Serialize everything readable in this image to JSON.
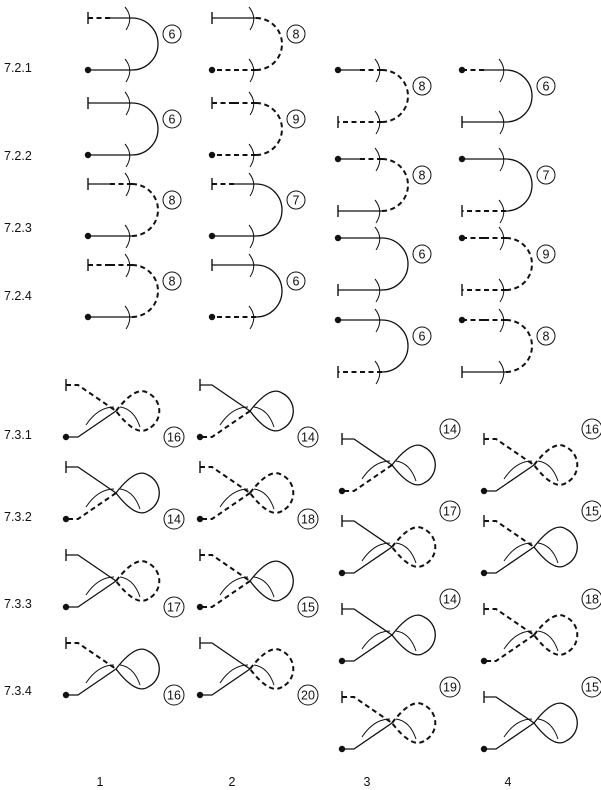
{
  "row_labels": [
    "7.2.1",
    "7.2.2",
    "7.2.3",
    "7.2.4",
    "7.3.1",
    "7.3.2",
    "7.3.3",
    "7.3.4"
  ],
  "column_labels": [
    "1",
    "2",
    "3",
    "4"
  ],
  "u_figures": [
    {
      "row": 0,
      "col": 0,
      "number": "6",
      "legs": [
        "dash",
        "solid",
        "solid",
        "solid"
      ]
    },
    {
      "row": 0,
      "col": 1,
      "number": "8",
      "legs": [
        "solid",
        "solid",
        "dash",
        "dash"
      ]
    },
    {
      "row": 0,
      "col": 2,
      "number": "8",
      "legs": [
        "solid",
        "dash",
        "dash",
        "dash"
      ]
    },
    {
      "row": 0,
      "col": 3,
      "number": "6",
      "legs": [
        "dash",
        "solid",
        "solid",
        "solid"
      ]
    },
    {
      "row": 1,
      "col": 0,
      "number": "6",
      "legs": [
        "solid",
        "solid",
        "solid",
        "solid"
      ]
    },
    {
      "row": 1,
      "col": 1,
      "number": "9",
      "legs": [
        "dash",
        "dash",
        "dash",
        "dash"
      ]
    },
    {
      "row": 1,
      "col": 2,
      "number": "8",
      "legs": [
        "solid",
        "dash",
        "dash",
        "solid"
      ]
    },
    {
      "row": 1,
      "col": 3,
      "number": "7",
      "legs": [
        "solid",
        "solid",
        "solid",
        "dash"
      ]
    },
    {
      "row": 2,
      "col": 0,
      "number": "8",
      "legs": [
        "solid",
        "dash",
        "dash",
        "solid"
      ]
    },
    {
      "row": 2,
      "col": 1,
      "number": "7",
      "legs": [
        "dash",
        "solid",
        "solid",
        "solid"
      ]
    },
    {
      "row": 2,
      "col": 2,
      "number": "6",
      "legs": [
        "solid",
        "solid",
        "solid",
        "solid"
      ]
    },
    {
      "row": 2,
      "col": 3,
      "number": "9",
      "legs": [
        "dash",
        "dash",
        "dash",
        "dash"
      ]
    },
    {
      "row": 3,
      "col": 0,
      "number": "8",
      "legs": [
        "dash",
        "dash",
        "dash",
        "solid"
      ]
    },
    {
      "row": 3,
      "col": 1,
      "number": "6",
      "legs": [
        "solid",
        "solid",
        "solid",
        "dash"
      ]
    },
    {
      "row": 3,
      "col": 2,
      "number": "6",
      "legs": [
        "solid",
        "solid",
        "solid",
        "dash"
      ]
    },
    {
      "row": 3,
      "col": 3,
      "number": "8",
      "legs": [
        "dash",
        "dash",
        "dash",
        "solid"
      ]
    }
  ],
  "loop_figures": [
    {
      "row": 0,
      "col": 0,
      "number": "16",
      "legs": [
        "dash",
        "dash",
        "dash",
        "solid"
      ]
    },
    {
      "row": 0,
      "col": 1,
      "number": "14",
      "legs": [
        "solid",
        "solid",
        "solid",
        "dash"
      ]
    },
    {
      "row": 0,
      "col": 2,
      "number": "14",
      "legs": [
        "solid",
        "solid",
        "solid",
        "dash"
      ]
    },
    {
      "row": 0,
      "col": 3,
      "number": "16",
      "legs": [
        "dash",
        "dash",
        "dash",
        "solid"
      ]
    },
    {
      "row": 1,
      "col": 0,
      "number": "14",
      "legs": [
        "solid",
        "solid",
        "solid",
        "dash"
      ]
    },
    {
      "row": 1,
      "col": 1,
      "number": "18",
      "legs": [
        "dash",
        "dash",
        "dash",
        "dash"
      ]
    },
    {
      "row": 1,
      "col": 2,
      "number": "17",
      "legs": [
        "solid",
        "dash",
        "dash",
        "solid"
      ]
    },
    {
      "row": 1,
      "col": 3,
      "number": "15",
      "legs": [
        "dash",
        "solid",
        "solid",
        "solid"
      ]
    },
    {
      "row": 2,
      "col": 0,
      "number": "17",
      "legs": [
        "solid",
        "dash",
        "dash",
        "solid"
      ]
    },
    {
      "row": 2,
      "col": 1,
      "number": "15",
      "legs": [
        "dash",
        "solid",
        "solid",
        "dash"
      ]
    },
    {
      "row": 2,
      "col": 2,
      "number": "14",
      "legs": [
        "solid",
        "solid",
        "solid",
        "solid"
      ]
    },
    {
      "row": 2,
      "col": 3,
      "number": "18",
      "legs": [
        "dash",
        "dash",
        "dash",
        "dash"
      ]
    },
    {
      "row": 3,
      "col": 0,
      "number": "16",
      "legs": [
        "dash",
        "solid",
        "solid",
        "solid"
      ]
    },
    {
      "row": 3,
      "col": 1,
      "number": "20",
      "legs": [
        "solid",
        "dash",
        "dash",
        "solid"
      ]
    },
    {
      "row": 3,
      "col": 2,
      "number": "19",
      "legs": [
        "dash",
        "dash",
        "dash",
        "solid"
      ]
    },
    {
      "row": 3,
      "col": 3,
      "number": "15",
      "legs": [
        "solid",
        "solid",
        "solid",
        "solid"
      ]
    }
  ]
}
